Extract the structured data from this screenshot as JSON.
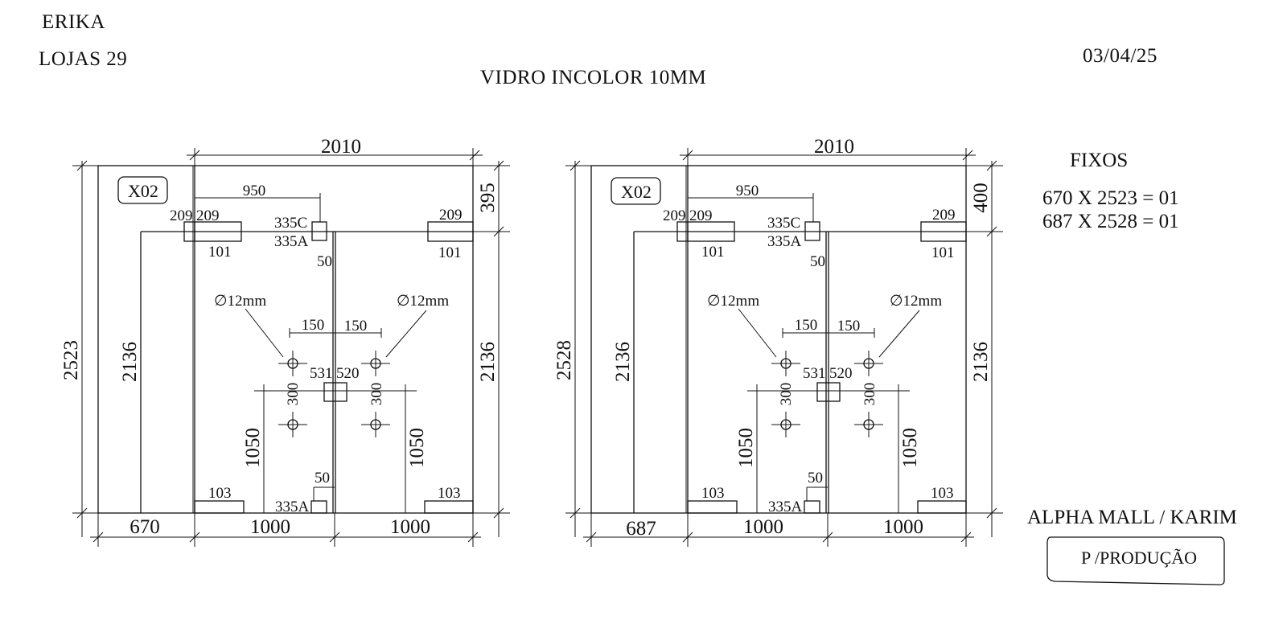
{
  "header": {
    "client": "ERIKA",
    "store": "LOJAS  29",
    "date": "03/04/25",
    "material": "VIDRO INCOLOR 10MM"
  },
  "panels": [
    {
      "tag": "X02",
      "total_height": "2523",
      "top_width": "2010",
      "transom_height": "395",
      "fixed_width": "670",
      "door_width_left": "1000",
      "door_width_right": "1000",
      "fixed_height": "2136",
      "door_height": "2136",
      "offset_950": "950",
      "fit_209_a": "209",
      "fit_209_b": "209",
      "fit_209_c": "209",
      "fit_101_left": "101",
      "fit_101_right": "101",
      "fit_335c": "335C",
      "fit_335a_top": "335A",
      "fit_335a_bottom": "335A",
      "gap_50_top": "50",
      "gap_50_bottom": "50",
      "hole_label_left": "∅12mm",
      "hole_label_right": "∅12mm",
      "hole_dist_left": "150",
      "hole_dist_right": "150",
      "lock_531": "531",
      "lock_520": "520",
      "handle_300_left": "300",
      "handle_300_right": "300",
      "handle_1050_left": "1050",
      "handle_1050_right": "1050",
      "fit_103_left": "103",
      "fit_103_right": "103"
    },
    {
      "tag": "X02",
      "total_height": "2528",
      "top_width": "2010",
      "transom_height": "400",
      "fixed_width": "687",
      "door_width_left": "1000",
      "door_width_right": "1000",
      "fixed_height": "2136",
      "door_height": "2136",
      "offset_950": "950",
      "fit_209_a": "209",
      "fit_209_b": "209",
      "fit_209_c": "209",
      "fit_101_left": "101",
      "fit_101_right": "101",
      "fit_335c": "335C",
      "fit_335a_top": "335A",
      "fit_335a_bottom": "335A",
      "gap_50_top": "50",
      "gap_50_bottom": "50",
      "hole_label_left": "∅12mm",
      "hole_label_right": "∅12mm",
      "hole_dist_left": "150",
      "hole_dist_right": "150",
      "lock_531": "531",
      "lock_520": "520",
      "handle_300_left": "300",
      "handle_300_right": "300",
      "handle_1050_left": "1050",
      "handle_1050_right": "1050",
      "fit_103_left": "103",
      "fit_103_right": "103"
    }
  ],
  "fixos": {
    "title": "FIXOS",
    "items": [
      "670 X 2523 = 01",
      "687 X 2528 = 01"
    ]
  },
  "footer": {
    "project": "ALPHA MALL / KARIM",
    "stamp": "P /PRODUÇÃO"
  }
}
